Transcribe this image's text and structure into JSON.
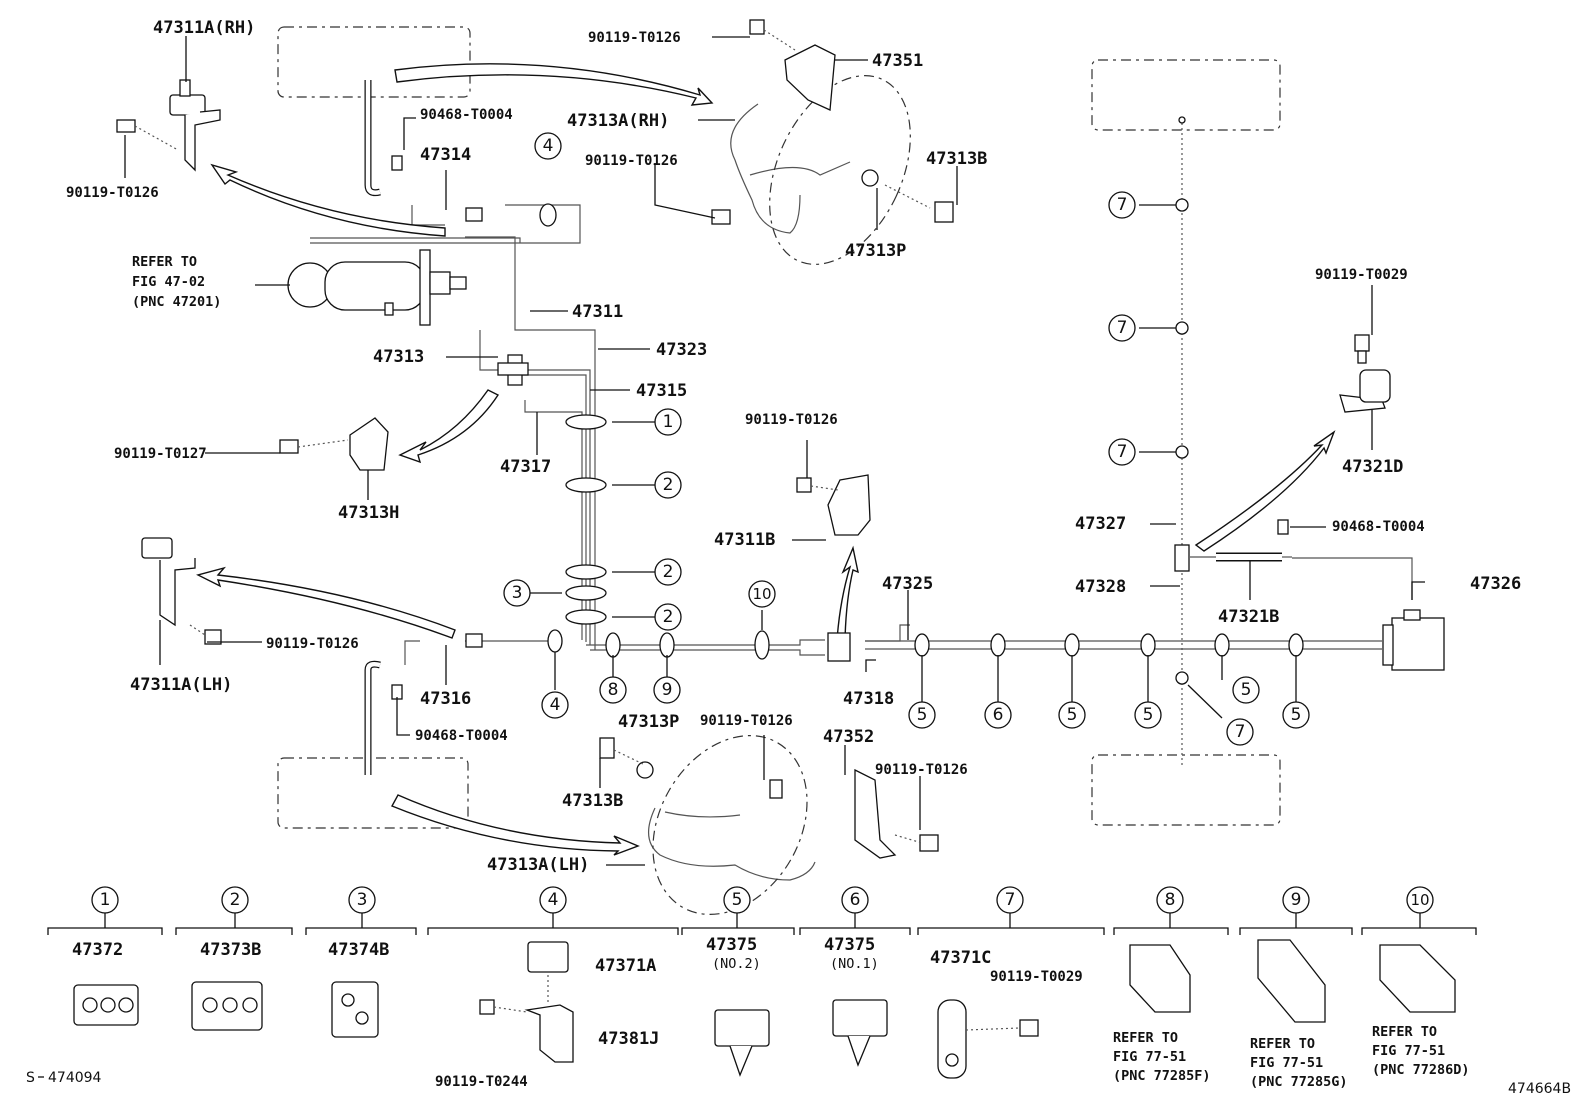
{
  "labels": {
    "p47311A_RH": "47311A(RH)",
    "p90119_T0126_a": "90119-T0126",
    "p90119_T0126_b": "90119-T0126",
    "p47351": "47351",
    "p47313A_RH": "47313A(RH)",
    "p90119_T0126_c": "90119-T0126",
    "p47313B_top": "47313B",
    "p47313P_top": "47313P",
    "p90468_T0004_a": "90468-T0004",
    "p47314": "47314",
    "refer_fig_47_02": [
      "REFER TO",
      "FIG 47-02",
      "(PNC 47201)"
    ],
    "p47311": "47311",
    "p47323": "47323",
    "p47313": "47313",
    "p47315": "47315",
    "p47317": "47317",
    "p90119_T0127": "90119-T0127",
    "p47313H": "47313H",
    "p90119_T0126_d": "90119-T0126",
    "p47311B": "47311B",
    "p90119_T0029_top": "90119-T0029",
    "p47321D": "47321D",
    "p47327": "47327",
    "p90468_T0004_b": "90468-T0004",
    "p47328": "47328",
    "p47321B": "47321B",
    "p47326": "47326",
    "p47325": "47325",
    "p90119_T0126_e": "90119-T0126",
    "p47311A_LH": "47311A(LH)",
    "p47316": "47316",
    "p90468_T0004_c": "90468-T0004",
    "p47318": "47318",
    "p47313P_bot": "47313P",
    "p90119_T0126_f": "90119-T0126",
    "p47352": "47352",
    "p90119_T0126_g": "90119-T0126",
    "p47313B_bot": "47313B",
    "p47313A_LH": "47313A(LH)"
  },
  "callouts": {
    "c1": "1",
    "c2a": "2",
    "c2b": "2",
    "c2c": "2",
    "c3": "3",
    "c4top": "4",
    "c4bot": "4",
    "c5a": "5",
    "c5b": "5",
    "c5c": "5",
    "c5d": "5",
    "c6": "6",
    "c7a": "7",
    "c7b": "7",
    "c7c": "7",
    "c7d": "7",
    "c8": "8",
    "c9": "9",
    "c10": "10"
  },
  "legend": [
    {
      "key": "1",
      "parts": [
        "47372"
      ]
    },
    {
      "key": "2",
      "parts": [
        "47373B"
      ]
    },
    {
      "key": "3",
      "parts": [
        "47374B"
      ]
    },
    {
      "key": "4",
      "parts": [
        "47371A",
        "47381J",
        "90119-T0244"
      ]
    },
    {
      "key": "5",
      "parts": [
        "47375",
        "(NO.2)"
      ]
    },
    {
      "key": "6",
      "parts": [
        "47375",
        "(NO.1)"
      ]
    },
    {
      "key": "7",
      "parts": [
        "47371C",
        "90119-T0029"
      ]
    },
    {
      "key": "8",
      "parts": [
        "REFER TO",
        "FIG 77-51",
        "(PNC 77285F)"
      ]
    },
    {
      "key": "9",
      "parts": [
        "REFER TO",
        "FIG 77-51",
        "(PNC 77285G)"
      ]
    },
    {
      "key": "10",
      "parts": [
        "REFER TO",
        "FIG 77-51",
        "(PNC 77286D)"
      ]
    }
  ],
  "footer": {
    "left_code": "474094",
    "left_prefix": "S",
    "right_code": "474664B"
  }
}
